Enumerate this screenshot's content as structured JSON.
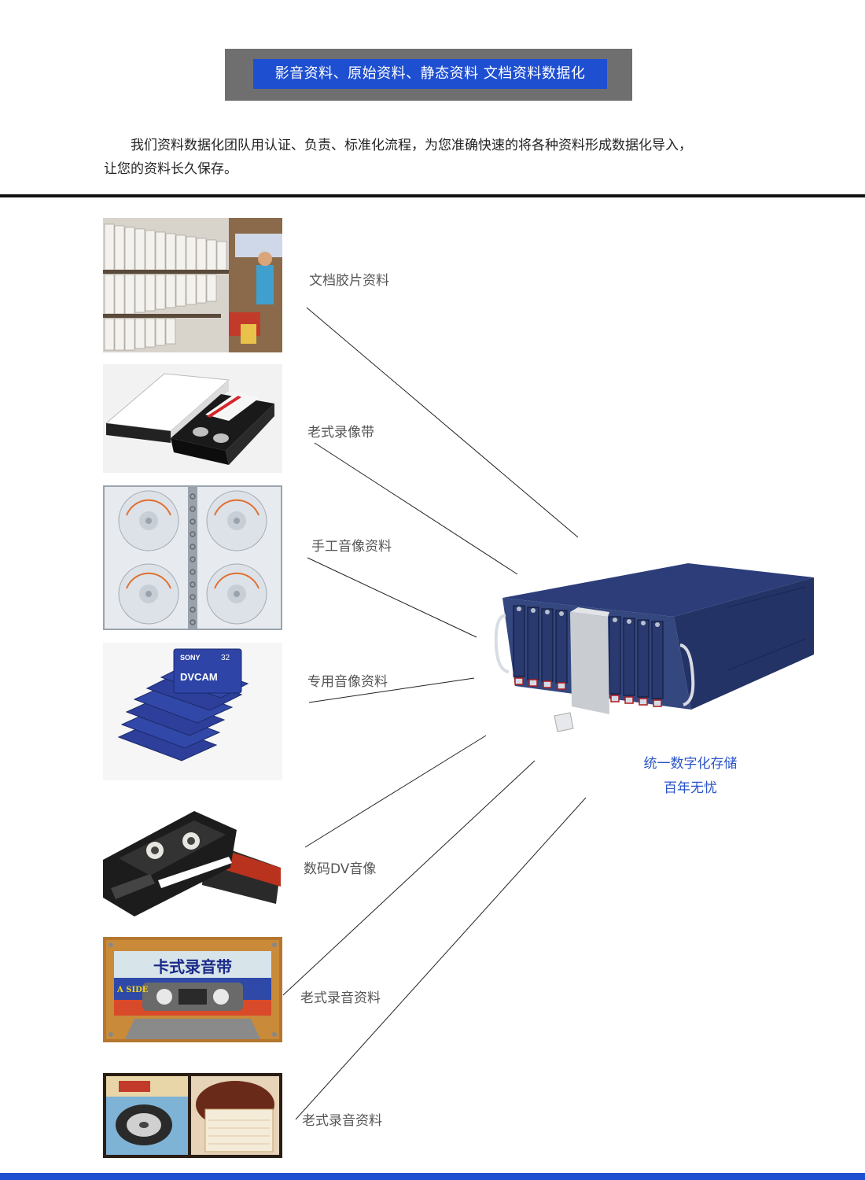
{
  "header": {
    "title": "影音资料、原始资料、静态资料  文档资料数据化"
  },
  "intro": {
    "line1": "我们资料数据化团队用认证、负责、标准化流程，为您准确快速的将各种资料形成数据化导入，",
    "line2": "让您的资料长久保存。"
  },
  "items": [
    {
      "label": "文档胶片资料",
      "image": "archive-shelves-photo"
    },
    {
      "label": "老式录像带",
      "image": "vhs-tape-photo"
    },
    {
      "label": "手工音像资料",
      "image": "cd-binder-photo"
    },
    {
      "label": "专用音像资料",
      "image": "dvcam-tapes-photo"
    },
    {
      "label": "数码DV音像",
      "image": "dv-cassette-photo"
    },
    {
      "label": "老式录音资料",
      "image": "audio-cassette-photo"
    },
    {
      "label": "老式录音资料",
      "image": "reel-tape-box-photo"
    }
  ],
  "cassette_label_text": "卡式录音带",
  "cassette_side_text": "A SIDE",
  "dvcam_brand": "SONY",
  "dvcam_model": "DVCAM",
  "dvcam_length": "32",
  "device": {
    "image": "storage-server-photo",
    "caption_line1": "统一数字化存储",
    "caption_line2": "百年无忧"
  },
  "colors": {
    "accent_blue": "#1f4fd1",
    "banner_gray": "#6f6f6f",
    "caption_blue": "#2a55c8"
  }
}
